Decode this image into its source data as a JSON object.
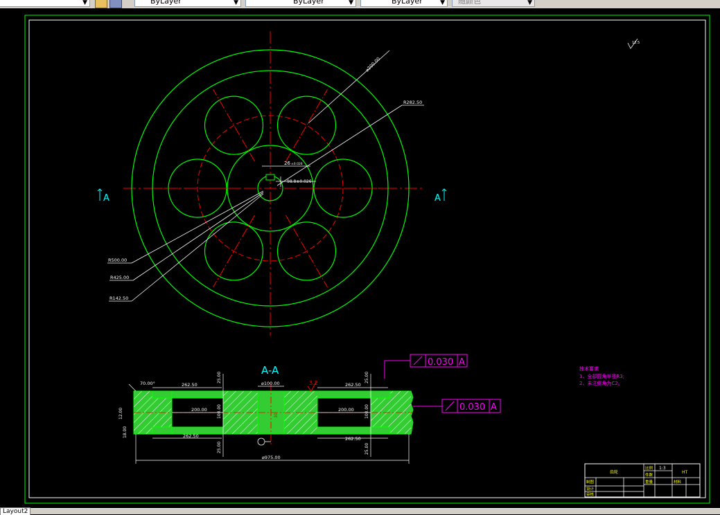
{
  "toolbar": {
    "layer_color": "ByLayer",
    "layer_linetype": "ByLayer",
    "layer_lineweight": "ByLayer",
    "plot_style": "随颜色"
  },
  "drawing": {
    "top_view": {
      "dim_outer_dia": "⌀200.00",
      "dim_r1": "R282.50",
      "dim_r_outer": "R500.00",
      "dim_r_mid": "R425.00",
      "dim_r_inner": "R142.50",
      "key_width": "26",
      "key_width_tol": "±0.026",
      "key_depth": "98.8±0.026",
      "section_label_left": "A",
      "section_label_right": "A",
      "roughness": "12.5"
    },
    "section_view": {
      "title": "A-A",
      "dim_chamfer": "70.00°",
      "dim_top_left": "262.50",
      "dim_top_right": "262.50",
      "dim_bore": "⌀100.00",
      "dim_hub_top": "25.00",
      "dim_hub_top_r": "25.00",
      "dim_inner_left": "200.00",
      "dim_inner_right": "200.00",
      "dim_web_left": "100.00",
      "dim_web_right": "100.00",
      "dim_bot_left": "262.50",
      "dim_bot_right": "262.50",
      "dim_hub_bot": "25.00",
      "dim_hub_bot_r": "25.00",
      "dim_overall": "⌀975.00",
      "dim_groove": "12.00",
      "dim_rim": "18.00",
      "dim_key": "30",
      "roughness_red": "3.2",
      "gdt1_tol": "0.030",
      "gdt1_datum": "A",
      "gdt2_tol": "0.030",
      "gdt2_datum": "A"
    },
    "notes": {
      "title": "技术要求",
      "line1": "1、全部圆角半径R3;",
      "line2": "2、未注倒角为C2。"
    },
    "title_block": {
      "part_name": "齿轮",
      "scale_label": "比例",
      "scale_value": "1:3",
      "qty_label": "件数",
      "material_label": "材料",
      "material_value": "HT",
      "weight_label": "重量",
      "drawn_label": "制图",
      "designed_label": "设计",
      "reviewed_label": "审核"
    }
  },
  "status": {
    "layout_tab": "Layout2"
  },
  "colors": {
    "green": "#00ff00",
    "red": "#ff0000",
    "white": "#ffffff",
    "cyan": "#00ffff",
    "magenta": "#ff00ff"
  }
}
